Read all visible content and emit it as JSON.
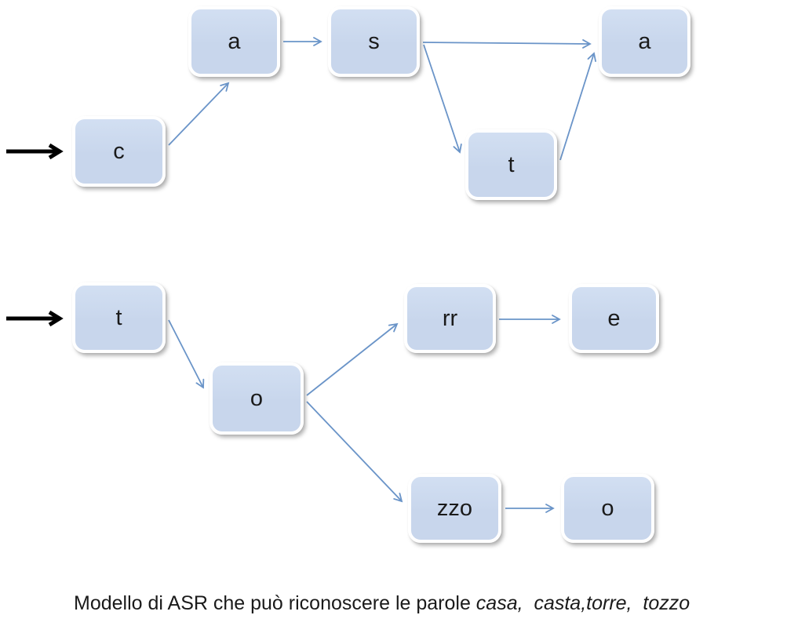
{
  "colors": {
    "node_fill": "#c8d6ec",
    "node_fill_light": "#d2dff2",
    "node_border": "#ffffff",
    "arrow_blue": "#6a94c8",
    "arrow_black": "#000000",
    "text": "#1a1a1a",
    "bg": "#ffffff"
  },
  "top_diagram": {
    "description": "word model for casa / casta",
    "nodes": [
      {
        "id": "c",
        "label": "c"
      },
      {
        "id": "a1",
        "label": "a"
      },
      {
        "id": "s",
        "label": "s"
      },
      {
        "id": "a2",
        "label": "a"
      },
      {
        "id": "t1",
        "label": "t"
      }
    ],
    "edges": [
      {
        "from": "start",
        "to": "c"
      },
      {
        "from": "c",
        "to": "a1"
      },
      {
        "from": "a1",
        "to": "s"
      },
      {
        "from": "s",
        "to": "a2"
      },
      {
        "from": "s",
        "to": "t1"
      },
      {
        "from": "t1",
        "to": "a2"
      }
    ]
  },
  "bottom_diagram": {
    "description": "word model for torre / tozzo",
    "nodes": [
      {
        "id": "t2",
        "label": "t"
      },
      {
        "id": "o1",
        "label": "o"
      },
      {
        "id": "rr",
        "label": "rr"
      },
      {
        "id": "e",
        "label": "e"
      },
      {
        "id": "zzo",
        "label": "zzo"
      },
      {
        "id": "o2",
        "label": "o"
      }
    ],
    "edges": [
      {
        "from": "start",
        "to": "t2"
      },
      {
        "from": "t2",
        "to": "o1"
      },
      {
        "from": "o1",
        "to": "rr"
      },
      {
        "from": "o1",
        "to": "zzo"
      },
      {
        "from": "rr",
        "to": "e"
      },
      {
        "from": "zzo",
        "to": "o2"
      }
    ]
  },
  "caption": {
    "regular": "Modello di ASR che può riconoscere le parole ",
    "italic": "casa,  casta,torre,  tozzo"
  }
}
